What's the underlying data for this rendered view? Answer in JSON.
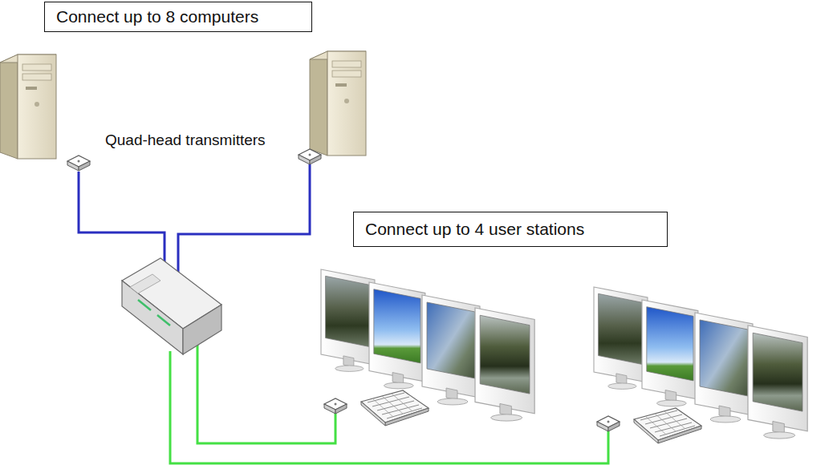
{
  "diagram": {
    "nodes": [
      {
        "text": [
          "Connect up to 8 computers"
        ]
      },
      {
        "text": [
          "Connect up to 4 user stations"
        ]
      }
    ],
    "labels": [
      "Quad-head transmitters"
    ]
  }
}
